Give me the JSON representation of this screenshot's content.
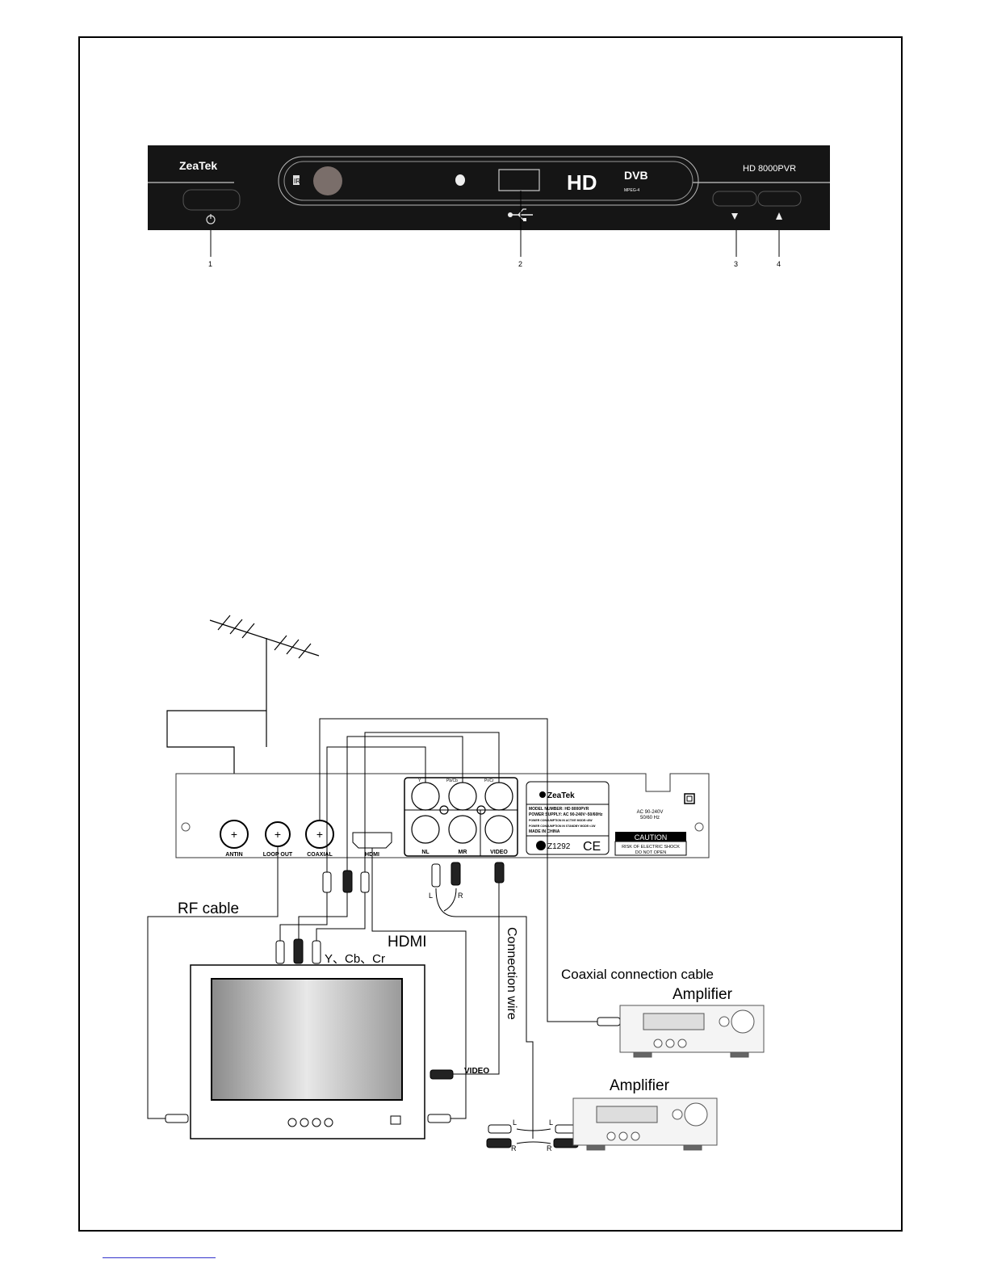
{
  "front_panel": {
    "brand": "ZeaTek",
    "model": "HD 8000PVR",
    "ir_label": "IR",
    "hd_logo": "HD",
    "dvb_logo": "DVB",
    "dvb_sub": "MPEG-4",
    "callouts": [
      "1",
      "2",
      "3",
      "4"
    ]
  },
  "rear_panel": {
    "ports": {
      "antin": "ANTIN",
      "loop_out": "LOOP OUT",
      "coaxial": "COAXIAL",
      "hdmi": "HDMI"
    },
    "component": {
      "y": "Y",
      "pb": "Pb/Cb",
      "pr": "Pr/Cr",
      "nl": "NL",
      "mr": "MR",
      "video": "VIDEO"
    },
    "label": {
      "brand": "ZeaTek",
      "lines": [
        "MODEL NUMBER: HD 8000PVR",
        "POWER SUPPLY: AC 90-240V~50/60Hz",
        "POWER CONSUMPTION IN ACTIVE MODE:<8W",
        "POWER CONSUMPTION IN STANDBY MODE:<1W",
        "MADE IN CHINA"
      ],
      "cert": "Z1292",
      "ce": "CE"
    },
    "power": [
      "AC 90-240V",
      "50/60 Hz"
    ],
    "caution": {
      "title": "CAUTION",
      "line1": "RISK OF ELECTRIC SHOCK",
      "line2": "DO NOT OPEN"
    }
  },
  "diagram": {
    "rf_cable": "RF cable",
    "hdmi": "HDMI",
    "ycbcr": "Y、Cb、Cr",
    "connection_wire": "Connection wire",
    "coaxial_cable": "Coaxial connection cable",
    "amplifier_1": "Amplifier",
    "amplifier_2": "Amplifier",
    "video": "VIDEO",
    "l": "L",
    "r": "R"
  }
}
